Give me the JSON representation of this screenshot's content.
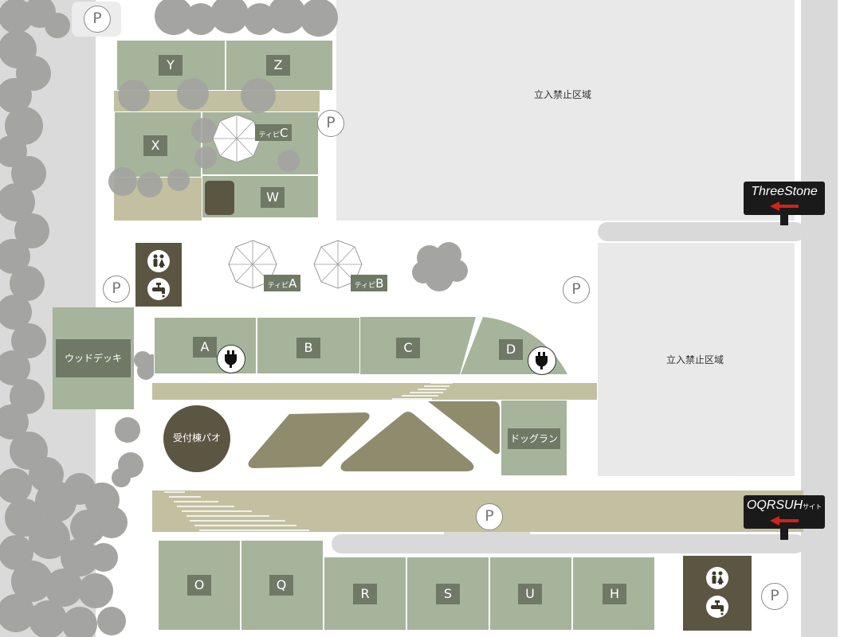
{
  "map": {
    "parking_label": "P",
    "restricted_label": "立入禁止区域",
    "sites": {
      "y": "Y",
      "z": "Z",
      "x": "X",
      "w": "W",
      "a": "A",
      "b": "B",
      "c": "C",
      "d": "D",
      "o": "O",
      "q": "Q",
      "r": "R",
      "s": "S",
      "u": "U",
      "h": "H"
    },
    "tipi": {
      "a_prefix": "ティピ",
      "a_letter": "A",
      "b_prefix": "ティピ",
      "b_letter": "B",
      "c_prefix": "ティピ",
      "c_letter": "C"
    },
    "wood_deck": "ウッドデッキ",
    "reception": "受付棟パオ",
    "dog_run": "ドッグラン",
    "signs": {
      "threestone": "ThreeStone",
      "oqrsuh_main": "OQRSUH",
      "oqrsuh_suffix": "サイト"
    },
    "icons": {
      "toilet": "toilet-icon",
      "water": "water-faucet-icon",
      "power": "power-plug-icon",
      "arrow": "red-arrow-left-icon"
    },
    "colors": {
      "site_green": "#a6b49b",
      "label_green": "#6f7966",
      "path_tan": "#c2c0a0",
      "dark_olive": "#8c8a6c",
      "restricted_gray": "#e9e9e9",
      "sign_black": "#1a1a1a",
      "arrow_red": "#d0231b"
    }
  }
}
